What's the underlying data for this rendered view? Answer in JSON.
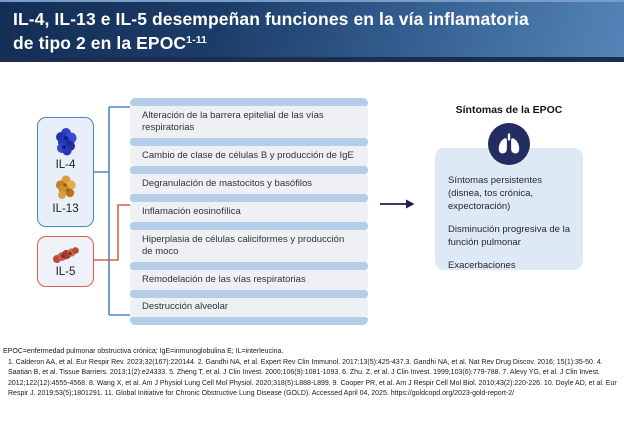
{
  "header": {
    "line1": "IL-4, IL-13 e IL-5 desempeñan funciones en la vía inflamatoria",
    "line2": "de tipo 2 en la EPOC",
    "superscript": "1-11"
  },
  "cytokines": {
    "il4": "IL-4",
    "il13": "IL-13",
    "il5": "IL-5"
  },
  "pathway": {
    "items": [
      "Alteración de la barrera epitelial de las vías respiratorias",
      "Cambio de clase de células B y producción de IgE",
      "Degranulación de mastocitos y basófilos",
      "Inflamación eosinofílica",
      "Hiperplasia de células caliciformes y producción de moco",
      "Remodelación de las vías respiratorias",
      "Destrucción alveolar"
    ]
  },
  "symptoms": {
    "title": "Síntomas de la EPOC",
    "items": [
      "Síntomas persistentes (disnea, tos crónica, expectoración)",
      "Disminución progresiva de la función pulmonar",
      "Exacerbaciones"
    ]
  },
  "footnote": {
    "abbreviations": "EPOC=enfermedad pulmonar obstructiva crónica; IgE=inmunoglobulina E; IL=interleucina.",
    "references": "1. Calderon AA, et al. Eur Respir Rev. 2023;32(167):220144. 2. Gandhi NA, et al. Expert Rev Clin Immunol. 2017;13(5):425-437.3. Gandhi NA, et al. Nat Rev Drug Discov. 2016; 15(1):35-50. 4. Saatian B, et al. Tissue Barriers. 2013;1(2):e24333. 5. Zheng T, et al. J Clin Invest. 2000;106(9):1081-1093. 6. Zhu. Z, et al. J Clin Invest. 1999;103(6):779-788. 7. Alevy YG, et al. J Clin Invest. 2012;122(12):4555-4568. 8. Wang X, et al. Am J Physiol Lung Cell Mol Physiol. 2020;318(5):L888-L899. 9. Cooper PR, et al. Am J Respir Cell Mol Biol. 2010;43(2):220-226. 10. Doyle AD, et al. Eur Respir J. 2019;53(5);1801291. 11. Global Initiative for Chronic Obstructive Lung Disease (GOLD). Accessed April 04, 2025. https://goldcopd.org/2023-gold-report-2/"
  },
  "icons": {
    "lungs": "lungs-icon",
    "il4_molecule": "blue protein blob",
    "il13_molecule": "amber protein blob",
    "il5_molecule": "red protein blob",
    "arrow": "right-arrow"
  },
  "colors": {
    "header_gradient_start": "#132e55",
    "header_gradient_end": "#5585b8",
    "header_underline": "#1d2c52",
    "blue_accent": "#4e86c4",
    "red_accent": "#d8604a",
    "pathway_bar": "#b2cee8",
    "pathway_row_bg": "#eef0f4",
    "symptoms_box_bg": "#dee9f6",
    "lungs_circle": "#232d62",
    "arrow_navy": "#1e1e52"
  }
}
